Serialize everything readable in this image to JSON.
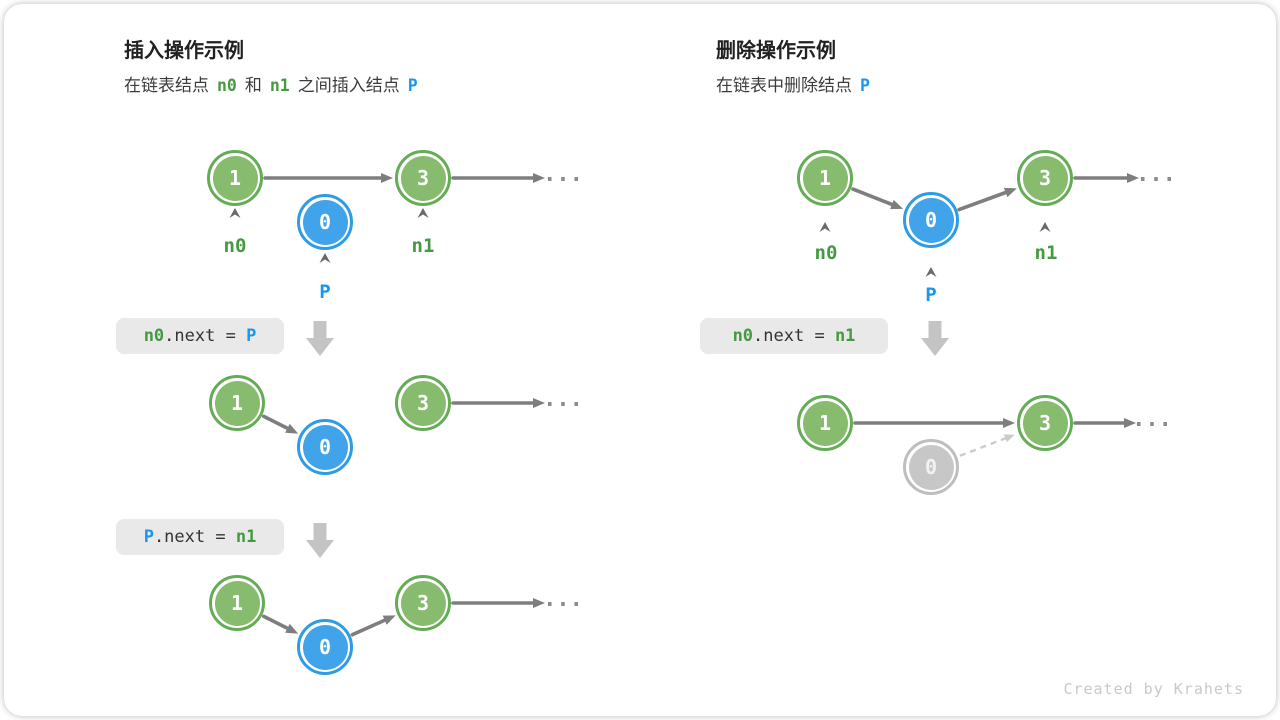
{
  "colors": {
    "node_green_fill": "#87BB6E",
    "node_green_ring": "#64AC55",
    "node_blue_fill": "#41A3EA",
    "node_blue_ring": "#2E9BE6",
    "node_gray_fill": "#C7C7C7",
    "node_gray_ring": "#BEBEBE",
    "text_green": "#459A41",
    "text_blue": "#1A97EA",
    "arrow_gray": "#7E7E7E",
    "block_arrow_gray": "#C4C4C4",
    "code_box_bg": "#E9E9E9"
  },
  "insert": {
    "title": "插入操作示例",
    "subtitle": {
      "t1": "在链表结点",
      "tok1": "n0",
      "t2": "和",
      "tok2": "n1",
      "t3": "之间插入结点",
      "tok3": "P"
    },
    "step1": {
      "n1": "1",
      "n0": "0",
      "n3": "3",
      "label_n0": "n0",
      "label_n1": "n1",
      "label_p": "P",
      "ellipsis": "..."
    },
    "code1": {
      "lhs": "n0",
      "mid": ".next = ",
      "rhs": "P"
    },
    "step2": {
      "n1": "1",
      "n0": "0",
      "n3": "3",
      "ellipsis": "..."
    },
    "code2": {
      "lhs": "P",
      "mid": ".next = ",
      "rhs": "n1"
    },
    "step3": {
      "n1": "1",
      "n0": "0",
      "n3": "3",
      "ellipsis": "..."
    }
  },
  "delete": {
    "title": "删除操作示例",
    "subtitle": {
      "t1": "在链表中删除结点",
      "tok1": "P"
    },
    "step1": {
      "n1": "1",
      "n0": "0",
      "n3": "3",
      "label_n0": "n0",
      "label_n1": "n1",
      "label_p": "P",
      "ellipsis": "..."
    },
    "code1": {
      "lhs": "n0",
      "mid": ".next = ",
      "rhs": "n1"
    },
    "step2": {
      "n1": "1",
      "n0": "0",
      "n3": "3",
      "ellipsis": "..."
    }
  },
  "footer": {
    "credit": "Created by Krahets"
  }
}
